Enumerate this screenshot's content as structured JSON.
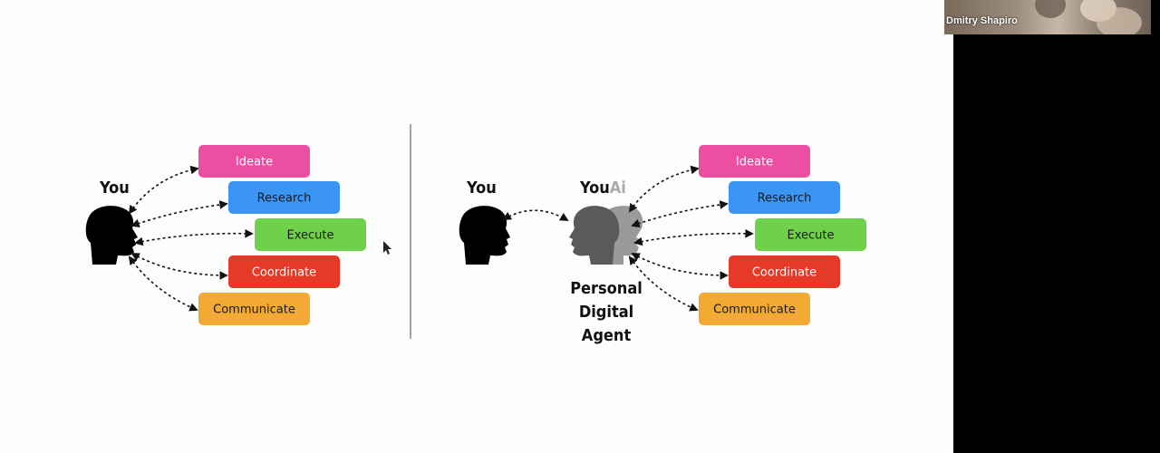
{
  "slide": {
    "left": {
      "you_label": "You",
      "tasks": [
        "Ideate",
        "Research",
        "Execute",
        "Coordinate",
        "Communicate"
      ]
    },
    "right": {
      "you_label": "You",
      "agent_title_main": "You",
      "agent_title_accent": "Ai",
      "agent_caption": [
        "Personal",
        "Digital",
        "Agent"
      ],
      "tasks": [
        "Ideate",
        "Research",
        "Execute",
        "Coordinate",
        "Communicate"
      ]
    },
    "colors": {
      "ideate": "#ec4fa2",
      "research": "#3c95f2",
      "execute": "#6fd04a",
      "coordinate": "#e53a27",
      "communicate": "#f2aa33"
    }
  },
  "video": {
    "participant_name": "Dmitry Shapiro"
  }
}
